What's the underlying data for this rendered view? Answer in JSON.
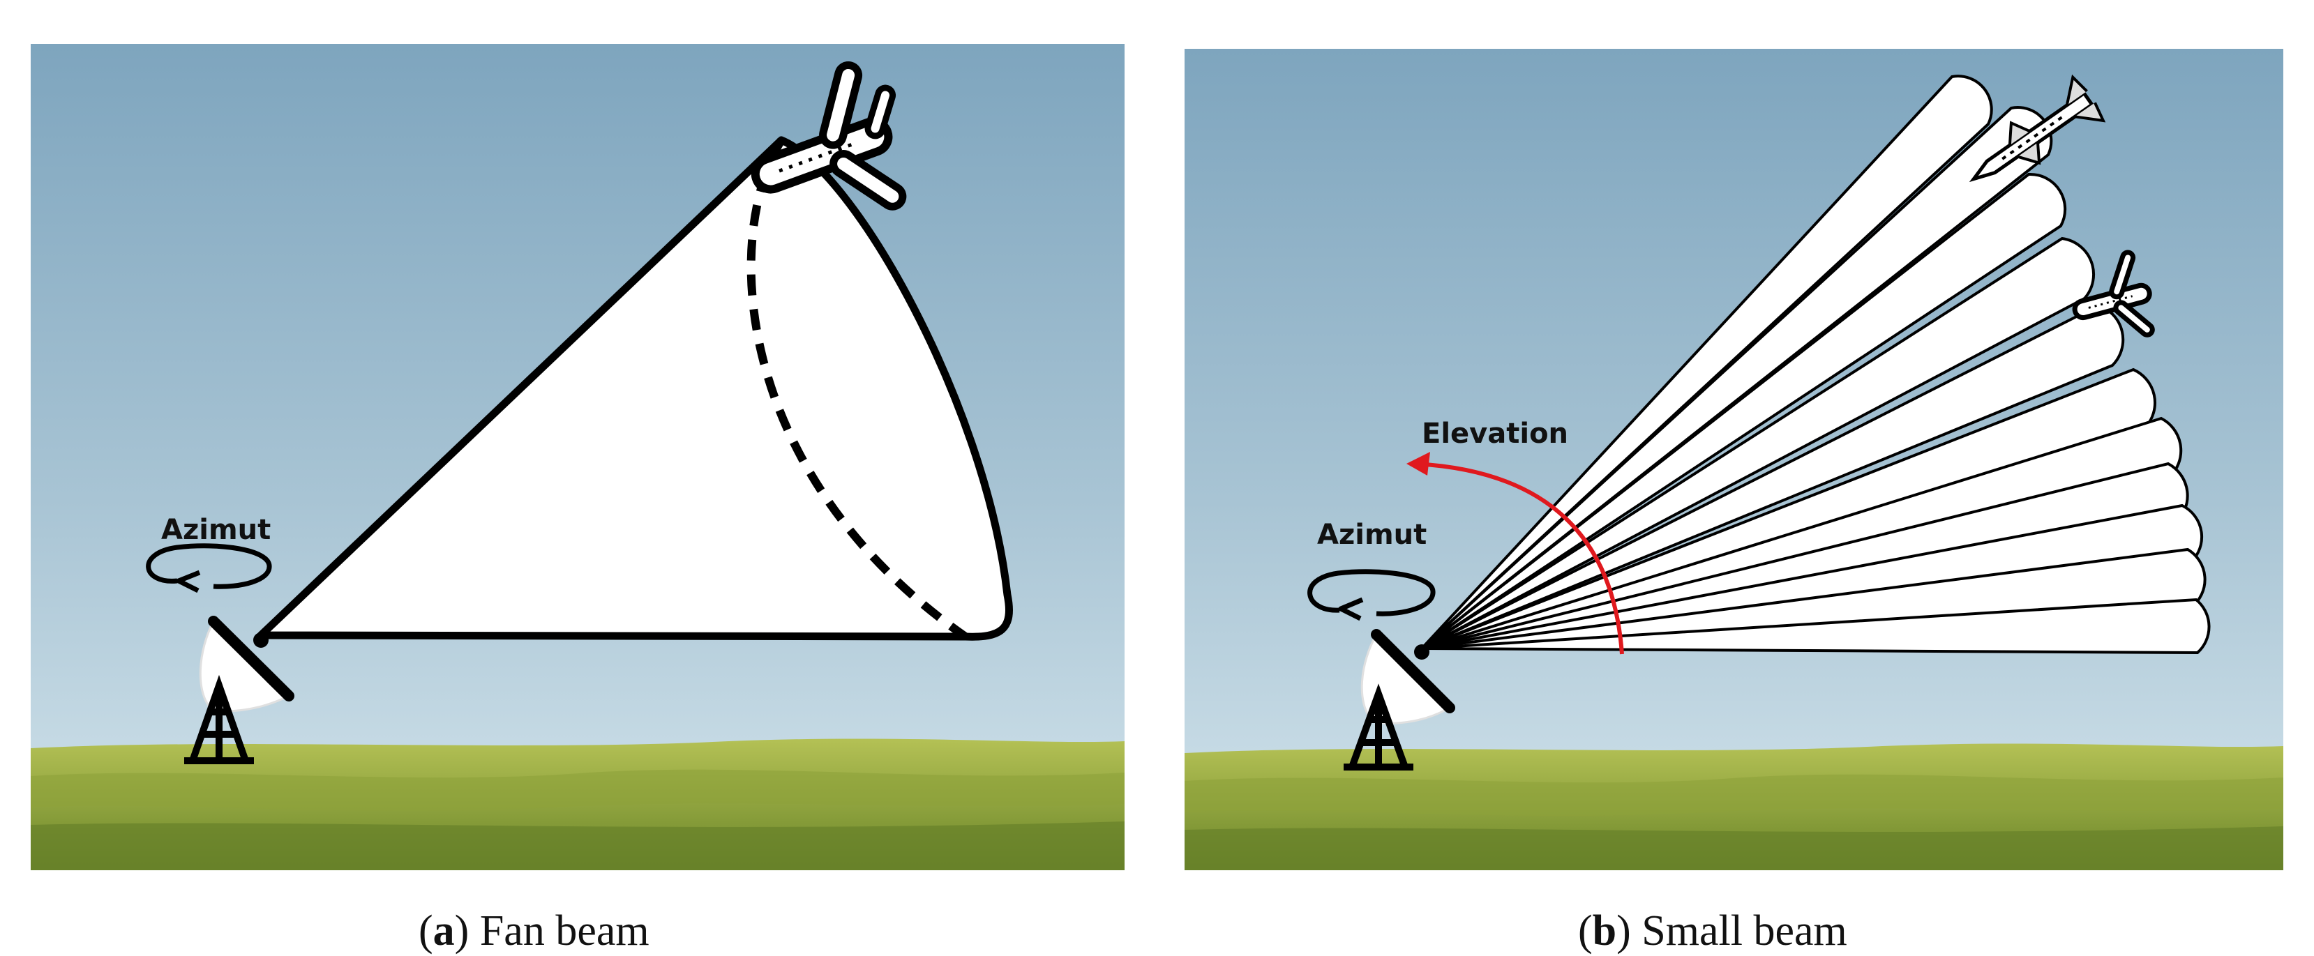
{
  "panel_a": {
    "azimuth_label": "Azimut",
    "caption_letter": "a",
    "caption_text": "Fan beam"
  },
  "panel_b": {
    "azimuth_label": "Azimut",
    "elevation_label": "Elevation",
    "caption_letter": "b",
    "caption_text": "Small beam"
  },
  "colors": {
    "sky_top": "#7fa6bf",
    "sky_bottom": "#cfe1ea",
    "grass_light": "#a8b84a",
    "grass_dark": "#6f8a2a",
    "elevation_arrow": "#e0191e",
    "outline": "#000000"
  }
}
